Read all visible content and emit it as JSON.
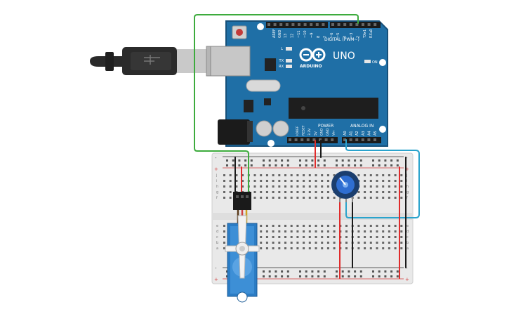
{
  "board": {
    "name_label": "UNO",
    "brand_label": "ARDUINO",
    "digital_label": "DIGITAL (PWM~)",
    "power_label": "POWER",
    "analog_label": "ANALOG IN",
    "on_label": "ON",
    "l_label": "L",
    "tx_label": "TX",
    "rx_label": "RX",
    "aref_label": "AREF",
    "gnd_label": "GND",
    "digital_pins": [
      "13",
      "12",
      "~11",
      "~10",
      "~9",
      "8",
      "7",
      "~6",
      "~5",
      "4",
      "~3",
      "2",
      "TX▸1",
      "RX◂0"
    ],
    "power_pins": [
      "IOREF",
      "RESET",
      "3.3V",
      "5V",
      "GND",
      "GND",
      "Vin"
    ],
    "analog_pins": [
      "A0",
      "A1",
      "A2",
      "A3",
      "A4",
      "A5"
    ]
  },
  "breadboard": {
    "row_letters_top": [
      "j",
      "i",
      "h",
      "g",
      "f"
    ],
    "row_letters_bottom": [
      "e",
      "d",
      "c",
      "b",
      "a"
    ],
    "rail_minus": "-",
    "rail_plus": "+"
  },
  "colors": {
    "board_blue": "#1f6fa6",
    "board_dark": "#16507a",
    "wire_green": "#3dab3d",
    "wire_blue": "#2aa3cc",
    "wire_red": "#e02b2b",
    "wire_black": "#1a1a1a",
    "servo_blue": "#2b7cc4",
    "breadboard": "#e9e9e9"
  },
  "icons": {
    "usb_cable": "usb-cable-icon",
    "potentiometer": "potentiometer-icon",
    "servo": "servo-motor-icon"
  }
}
